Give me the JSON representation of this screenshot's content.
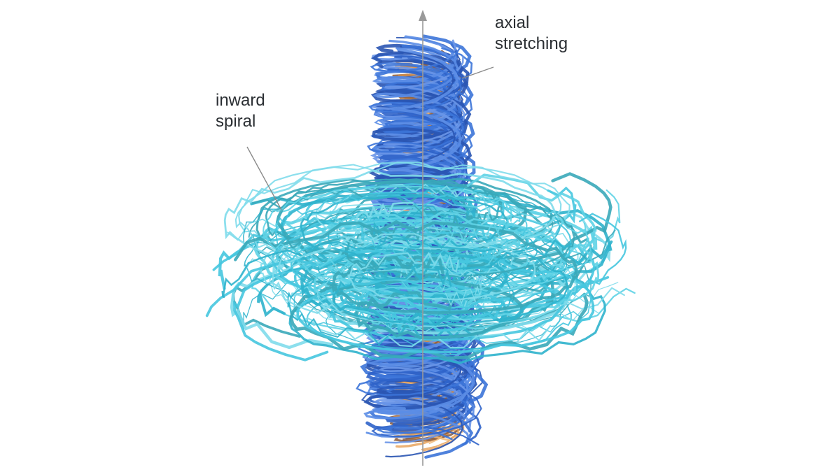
{
  "labels": {
    "axial_stretching": [
      "axial",
      "stretching"
    ],
    "inward_spiral": [
      "inward",
      "spiral"
    ]
  },
  "colors": {
    "background": "#ffffff",
    "axis": "#9a9a9a",
    "leader_line": "#8a8a8a",
    "core_orange": "#e9a45e",
    "core_brown": "#8a5a3c",
    "mid_blue": "#2f63c9",
    "outer_cyan": "#46c6df",
    "outer_teal": "#3aa9b9",
    "label_text": "#2b2f33"
  },
  "icons": {
    "axis_arrowhead": "arrow-up-icon"
  }
}
